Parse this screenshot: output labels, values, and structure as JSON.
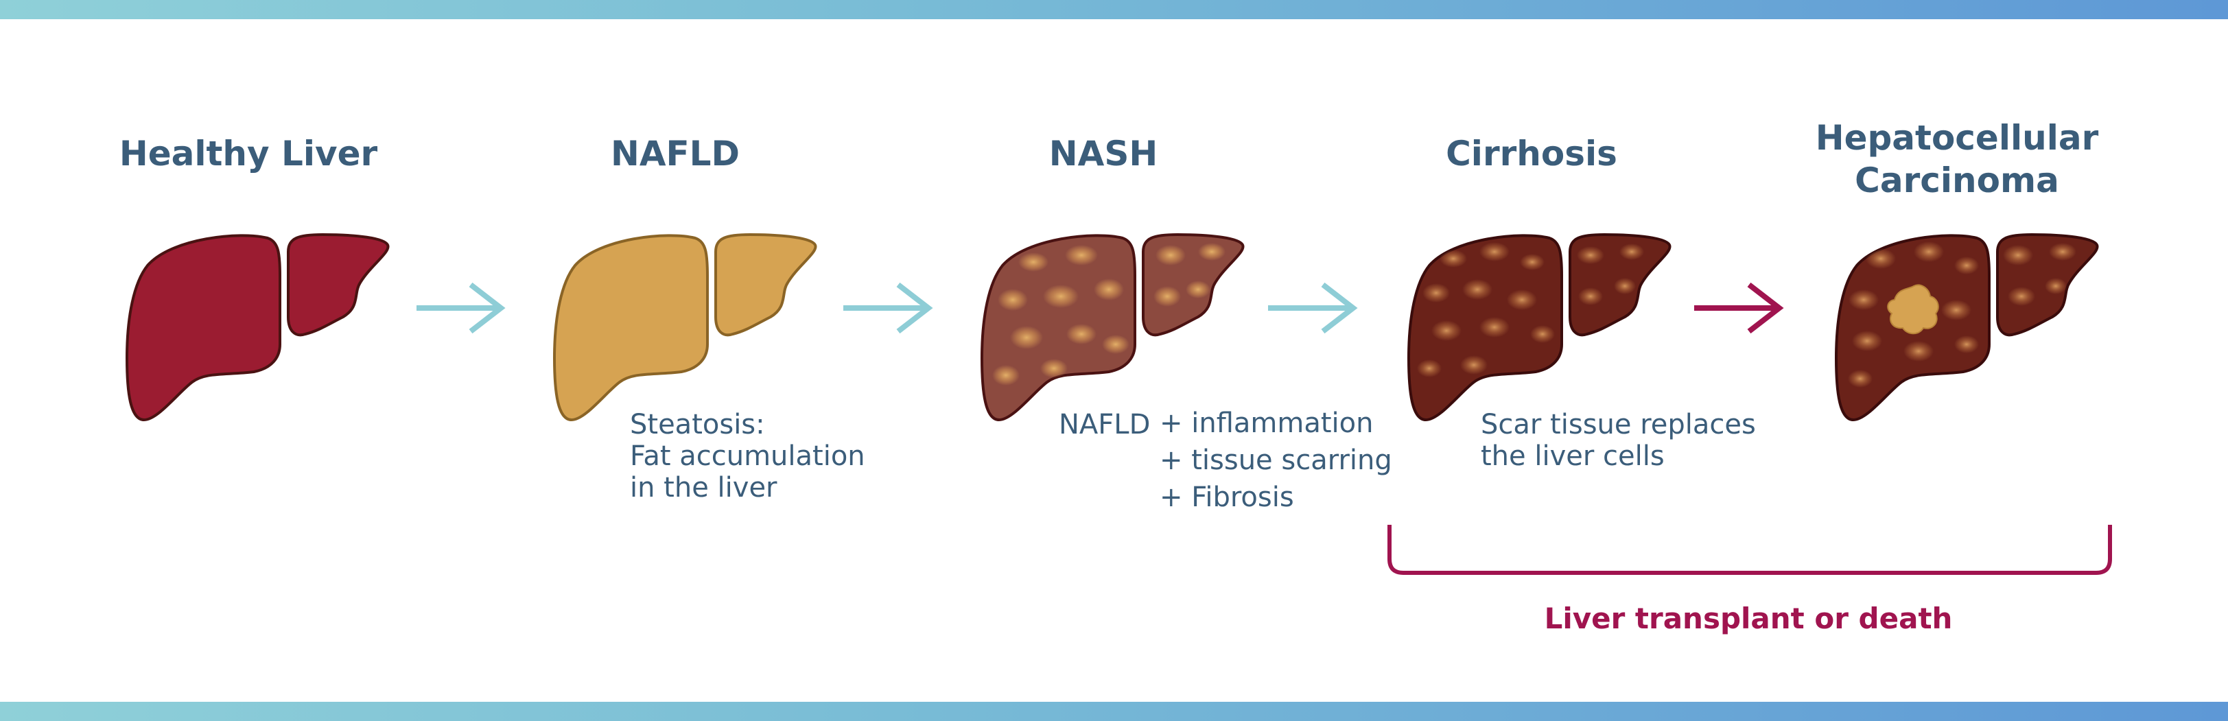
{
  "stages": [
    {
      "title": "Healthy Liver",
      "title2": ""
    },
    {
      "title": "NAFLD",
      "title2": ""
    },
    {
      "title": "NASH",
      "title2": ""
    },
    {
      "title": "Cirrhosis",
      "title2": ""
    },
    {
      "title": "Hepatocellular",
      "title2": "Carcinoma"
    }
  ],
  "descriptions": {
    "nafld": [
      "Steatosis:",
      "Fat accumulation",
      "in the liver"
    ],
    "nash": {
      "prefix": "NAFLD",
      "items": [
        "+ inflammation",
        "+ tissue scarring",
        "+ Fibrosis"
      ]
    },
    "cirrhosis": [
      "Scar tissue replaces",
      "the liver cells"
    ]
  },
  "outcome": "Liver transplant or death",
  "colors": {
    "title_text": "#3b5d7a",
    "healthy_liver": "#9b1c31",
    "fatty_liver": "#d6a352",
    "nash_liver": "#8c4a3f",
    "cirrhosis_liver": "#6a2219",
    "carcinoma_liver": "#6a2219",
    "tumor": "#d6a352",
    "arrow_progression": "#8ecdd6",
    "arrow_outcome": "#a0144f",
    "bracket": "#a0144f",
    "outline": "#4a1212"
  }
}
